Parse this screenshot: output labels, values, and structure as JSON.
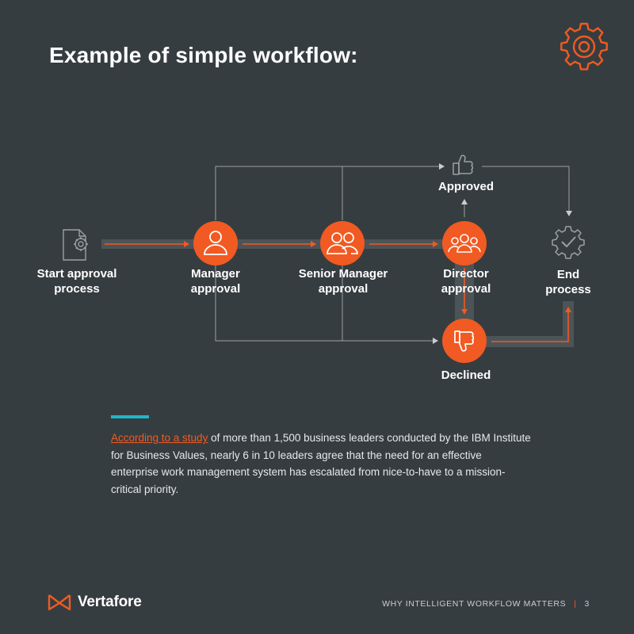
{
  "title": "Example of simple workflow:",
  "colors": {
    "accent": "#f15a22",
    "background": "#363d40",
    "teal": "#1fb6c9",
    "line": "#9aa0a4",
    "track": "#4d5457"
  },
  "icons": {
    "corner": "gear-icon",
    "start": "document-gear-icon",
    "manager": "person-icon",
    "senior_manager": "two-people-icon",
    "director": "three-people-icon",
    "approved": "thumbs-up-icon",
    "declined": "thumbs-down-icon",
    "end": "gear-check-icon"
  },
  "nodes": {
    "start": "Start approval\nprocess",
    "manager": "Manager\napproval",
    "senior_manager": "Senior Manager\napproval",
    "director": "Director\napproval",
    "approved": "Approved",
    "declined": "Declined",
    "end": "End\nprocess"
  },
  "body": {
    "link_text": "According to a study",
    "text": " of more than 1,500 business leaders conducted by the IBM Institute for Business Values, nearly 6 in 10 leaders agree that the need for an effective enterprise work management system has escalated from nice-to-have to a mission-critical priority."
  },
  "logo": {
    "text": "Vertafore"
  },
  "footer": {
    "title": "WHY INTELLIGENT WORKFLOW MATTERS",
    "separator": "|",
    "page": "3"
  }
}
